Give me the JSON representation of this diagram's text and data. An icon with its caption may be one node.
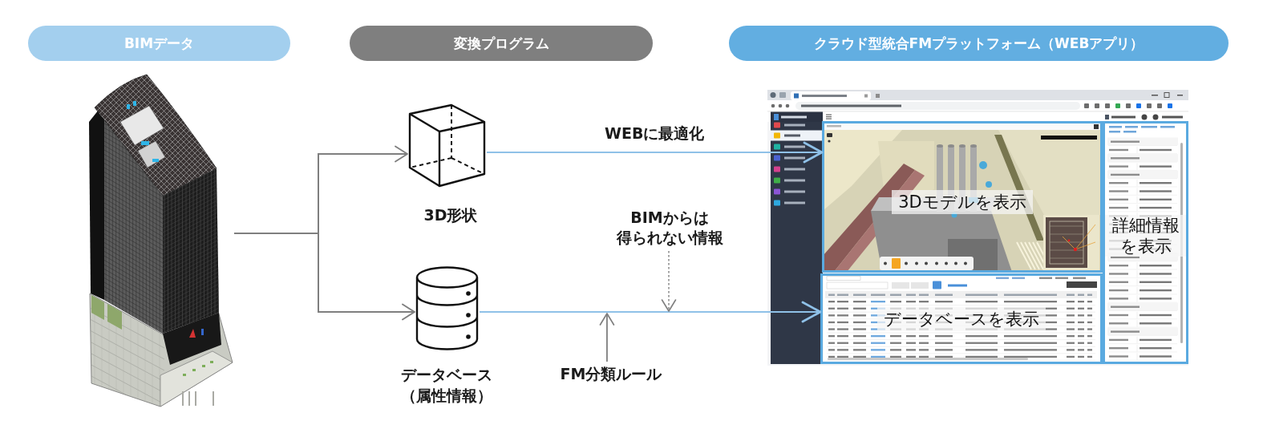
{
  "diagram": {
    "nodes": [
      {
        "text": [
          "BIMデータ"
        ]
      },
      {
        "text": [
          "変換プログラム"
        ]
      },
      {
        "text": [
          "クラウド型統合FMプラットフォーム（WEBアプリ）"
        ]
      },
      {
        "text": [],
        "shape": "picture"
      },
      {
        "text": [],
        "shape": "cube",
        "beside": [
          "3D形状"
        ]
      },
      {
        "text": [
          "BIMからは得られない情報"
        ]
      },
      {
        "text": [],
        "shape": "cylinder",
        "beside": [
          "データベース（属性情報）"
        ]
      },
      {
        "text": [
          "FM分類ルール"
        ]
      },
      {
        "text": [],
        "shape": "picture"
      },
      {
        "text": [
          "3Dモデルを表示"
        ],
        "in": 8
      },
      {
        "text": [
          "詳細情報を表示"
        ],
        "in": 8
      },
      {
        "text": [
          "データベースを表示"
        ],
        "in": 8
      }
    ],
    "edges": [
      {
        "from": 3,
        "to": 4,
        "arrow": "to"
      },
      {
        "from": 3,
        "to": 6,
        "arrow": "to"
      },
      {
        "from": 4,
        "to": 9,
        "arrow": "to",
        "label": "WEBに最適化",
        "color": "#8fc1e8"
      },
      {
        "from": 6,
        "to": 11,
        "arrow": "to",
        "color": "#8fc1e8"
      },
      {
        "from": 5,
        "to": null,
        "arrow": "to",
        "style": "dashed"
      },
      {
        "from": 7,
        "to": null,
        "arrow": "to"
      }
    ]
  }
}
